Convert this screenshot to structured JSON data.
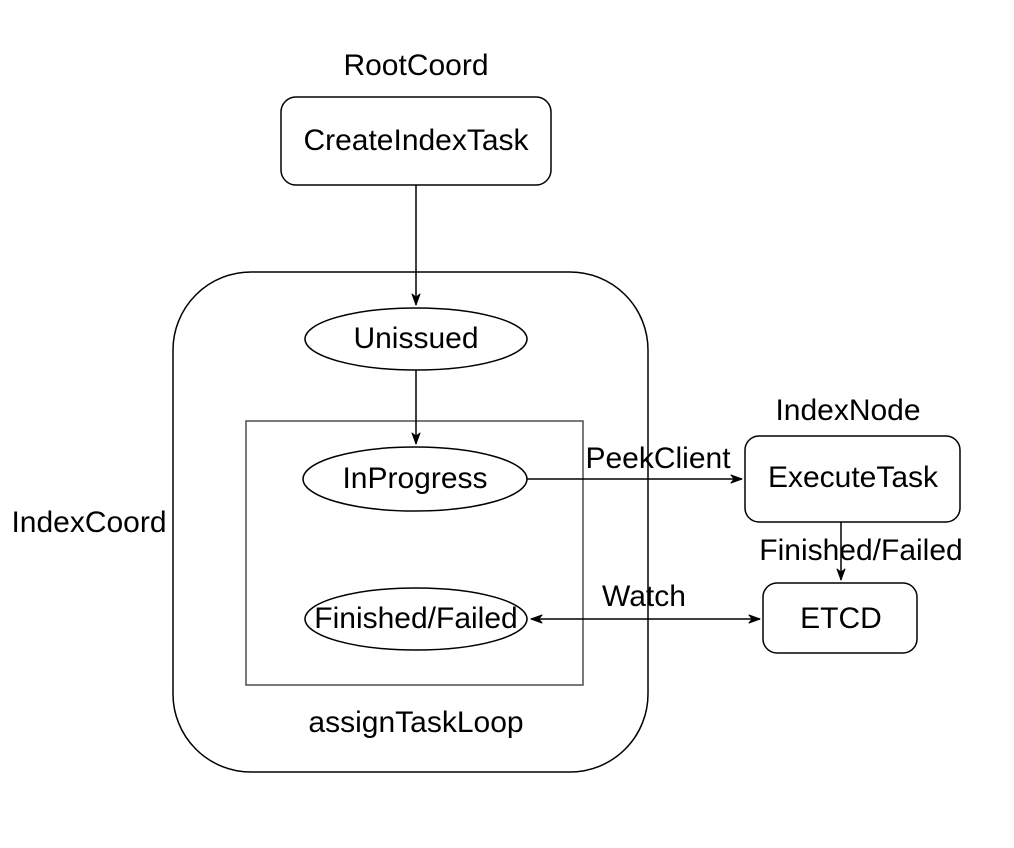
{
  "diagram": {
    "background": "#ffffff",
    "line_color": "#000000",
    "loop_box_color": "#4d4d4d",
    "labels": {
      "root_coord": "RootCoord",
      "index_coord": "IndexCoord",
      "index_node": "IndexNode",
      "assign_task_loop": "assignTaskLoop"
    },
    "nodes": {
      "create_index_task": "CreateIndexTask",
      "unissued": "Unissued",
      "in_progress": "InProgress",
      "finished_failed": "Finished/Failed",
      "execute_task": "ExecuteTask",
      "etcd": "ETCD"
    },
    "edges": {
      "peek_client": "PeekClient",
      "finished_failed": "Finished/Failed",
      "watch": "Watch"
    }
  }
}
